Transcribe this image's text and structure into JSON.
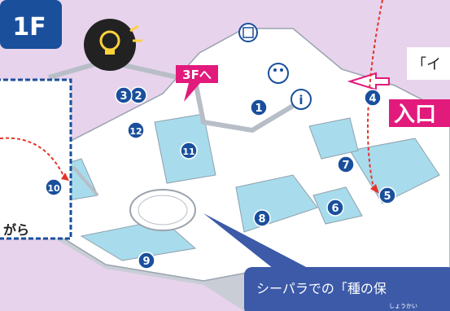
{
  "floor": {
    "label": "1F",
    "color": "#1a4f9c"
  },
  "tags": {
    "to_3f": "3Fへ",
    "entrance": "入口"
  },
  "text_fragments": {
    "top_right": "「イ",
    "left_side": "がら",
    "bottom_caption": "シーパラでの「種の保",
    "bottom_ruby": "しょうかい"
  },
  "rooms": [
    {
      "num": "1"
    },
    {
      "num": "2"
    },
    {
      "num": "3"
    },
    {
      "num": "4"
    },
    {
      "num": "5"
    },
    {
      "num": "6"
    },
    {
      "num": "7"
    },
    {
      "num": "8"
    },
    {
      "num": "9"
    },
    {
      "num": "10"
    },
    {
      "num": "11"
    },
    {
      "num": "12"
    }
  ],
  "icons": [
    "lightbulb-icon",
    "elevator-icon",
    "restroom-icon",
    "info-icon"
  ],
  "colors": {
    "background": "#e7d3ec",
    "building": "#ffffff",
    "wall": "#c9ced6",
    "pool": "#a8dcec",
    "marker": "#1a4f9c",
    "accent_pink": "#e21a7c",
    "route_red": "#e6332a",
    "panel": "#3c5aa8"
  }
}
